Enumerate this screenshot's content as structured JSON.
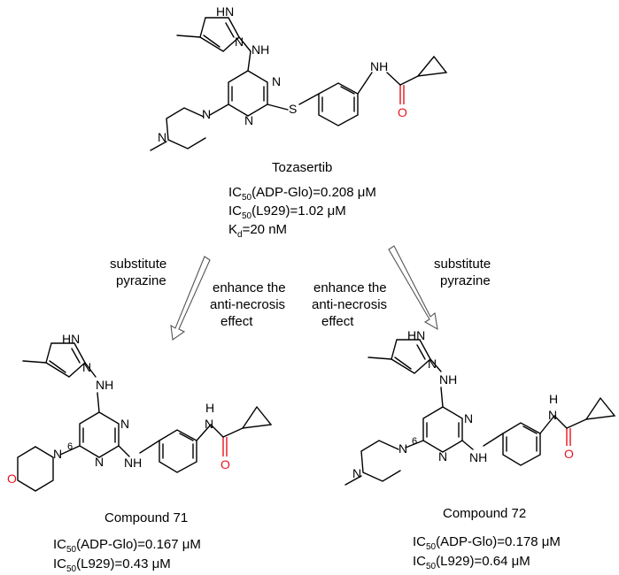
{
  "molecules": {
    "tozasertib": {
      "name": "Tozasertib",
      "atoms": {
        "nh_top": "HN",
        "n_pyr": "N",
        "nh_link": "NH",
        "n_pm1": "N",
        "n_pm2": "N",
        "s": "S",
        "n_pip1": "N",
        "n_pip2": "N",
        "nh_amide": "NH",
        "o": "O"
      },
      "ic50_adp_prefix": "IC",
      "ic50_adp_sub": "50",
      "ic50_adp_text": "(ADP-Glo)=0.208 μM",
      "ic50_l929_prefix": "IC",
      "ic50_l929_sub": "50",
      "ic50_l929_text": "(L929)=1.02 μM",
      "kd_prefix": "K",
      "kd_sub": "d",
      "kd_text": "=20 nM"
    },
    "compound71": {
      "name": "Compound 71",
      "atoms": {
        "nh_top": "HN",
        "n_pyr": "N",
        "nh_link": "NH",
        "n_pm1": "N",
        "n_pm2": "N",
        "nh_mid": "NH",
        "n_morph": "N",
        "o_morph": "O",
        "pos6": "6",
        "nh_amide": "H",
        "n_amide": "N",
        "o": "O"
      },
      "ic50_adp_prefix": "IC",
      "ic50_adp_sub": "50",
      "ic50_adp_text": "(ADP-Glo)=0.167 μM",
      "ic50_l929_prefix": "IC",
      "ic50_l929_sub": "50",
      "ic50_l929_text": "(L929)=0.43 μM"
    },
    "compound72": {
      "name": "Compound 72",
      "atoms": {
        "nh_top": "HN",
        "n_pyr": "N",
        "nh_link": "NH",
        "n_pm1": "N",
        "n_pm2": "N",
        "nh_mid": "NH",
        "n_pip1": "N",
        "n_pip2": "N",
        "pos6": "6",
        "nh_amide": "H",
        "n_amide": "N",
        "o": "O"
      },
      "ic50_adp_prefix": "IC",
      "ic50_adp_sub": "50",
      "ic50_adp_text": "(ADP-Glo)=0.178 μM",
      "ic50_l929_prefix": "IC",
      "ic50_l929_sub": "50",
      "ic50_l929_text": "(L929)=0.64 μM"
    }
  },
  "arrows": {
    "left": {
      "line1": "substitute",
      "line2": "pyrazine",
      "line3": "enhance the",
      "line4": "anti-necrosis",
      "line5": "effect"
    },
    "right": {
      "line1": "enhance the",
      "line2": "anti-necrosis",
      "line3": "effect",
      "line4": "substitute",
      "line5": "pyrazine"
    }
  },
  "colors": {
    "bond": "#000000",
    "oxygen": "#e8141b",
    "arrow": "#555555"
  }
}
